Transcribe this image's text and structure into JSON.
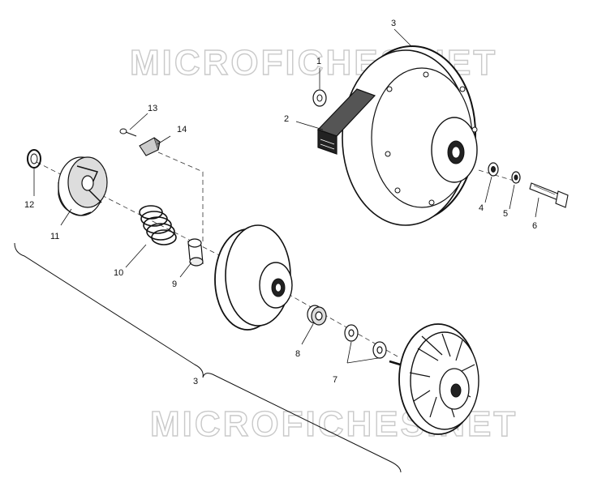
{
  "watermarks": [
    "MICROFICHES.NET",
    "MICROFICHES.NET"
  ],
  "callouts": {
    "c1": "1",
    "c2": "2",
    "c3_top": "3",
    "c4": "4",
    "c5": "5",
    "c6": "6",
    "c7": "7",
    "c8": "8",
    "c9": "9",
    "c10": "10",
    "c11": "11",
    "c12": "12",
    "c13": "13",
    "c14": "14",
    "c3_bracket": "3"
  }
}
